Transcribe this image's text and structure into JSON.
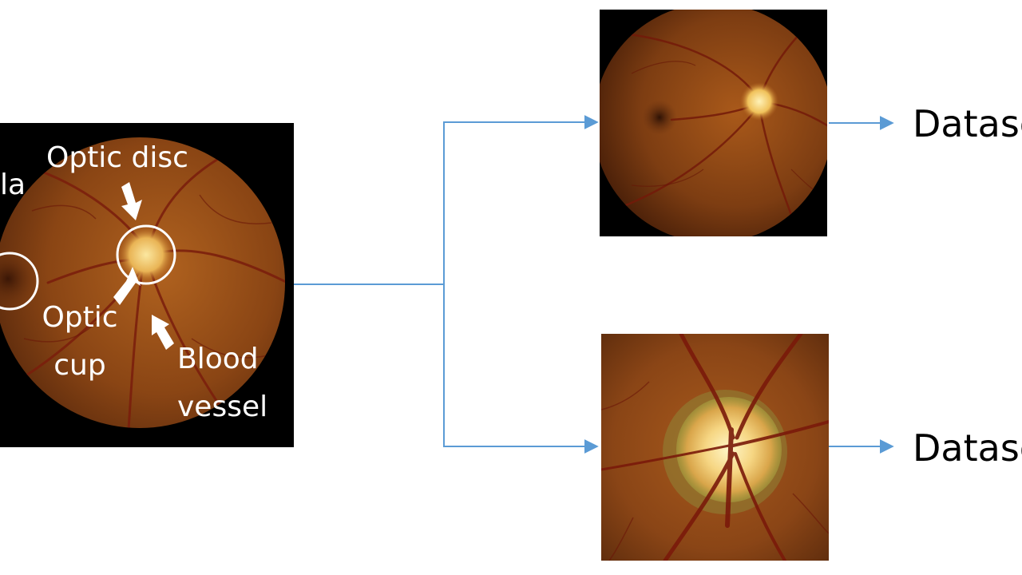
{
  "main_image": {
    "labels": {
      "macula": "la",
      "optic_disc": "Optic disc",
      "optic_cup_line1": "Optic",
      "optic_cup_line2": "cup",
      "blood_vessel_line1": "Blood",
      "blood_vessel_line2": "vessel"
    }
  },
  "outputs": [
    {
      "label": "Datase"
    },
    {
      "label": "Datase"
    }
  ],
  "colors": {
    "connector": "#5b9bd5",
    "annotation": "#ffffff",
    "label": "#000000"
  }
}
